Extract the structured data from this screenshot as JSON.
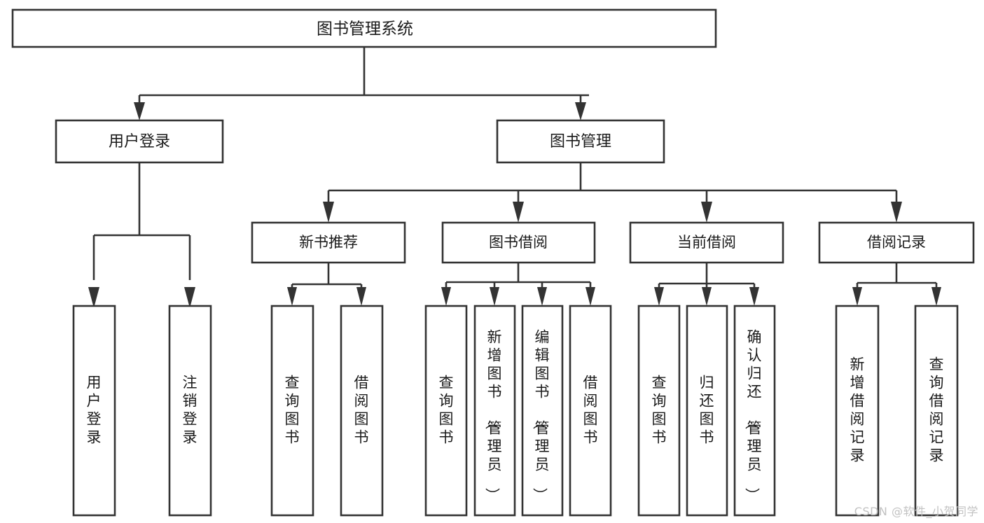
{
  "diagram": {
    "type": "tree",
    "title": "图书管理系统",
    "watermark": "CSDN @软件_小贺同学",
    "colors": {
      "box_stroke": "#333333",
      "box_fill": "#ffffff",
      "text": "#1a1a1a",
      "background": "#ffffff",
      "watermark": "#c2c2c2"
    },
    "nodes": {
      "root": {
        "label": "图书管理系统"
      },
      "level1": [
        {
          "label": "用户登录"
        },
        {
          "label": "图书管理"
        }
      ],
      "level2": [
        {
          "label": "新书推荐"
        },
        {
          "label": "图书借阅"
        },
        {
          "label": "当前借阅"
        },
        {
          "label": "借阅记录"
        }
      ],
      "leaves_user_login": [
        {
          "label": "用户登录"
        },
        {
          "label": "注销登录"
        }
      ],
      "leaves_new_book": [
        {
          "label": "查询图书"
        },
        {
          "label": "借阅图书"
        }
      ],
      "leaves_borrow_book": [
        {
          "label": "查询图书"
        },
        {
          "label": "新增图书（管理员）"
        },
        {
          "label": "编辑图书（管理员）"
        },
        {
          "label": "借阅图书"
        }
      ],
      "leaves_current_borrow": [
        {
          "label": "查询图书"
        },
        {
          "label": "归还图书"
        },
        {
          "label": "确认归还（管理员）"
        }
      ],
      "leaves_borrow_record": [
        {
          "label": "新增借阅记录"
        },
        {
          "label": "查询借阅记录"
        }
      ]
    }
  }
}
